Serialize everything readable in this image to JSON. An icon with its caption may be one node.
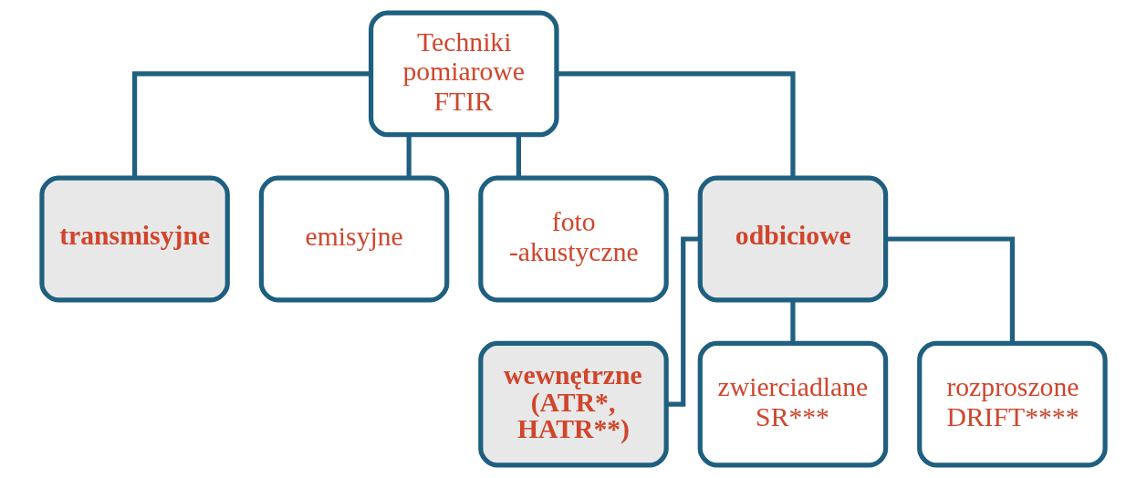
{
  "diagram": {
    "nodes": [
      {
        "text": [
          "Techniki pomiarowe",
          "FTIR"
        ]
      },
      {
        "text": [
          "transmisyjne"
        ]
      },
      {
        "text": [
          "emisyjne"
        ]
      },
      {
        "text": [
          "foto -akustyczne"
        ]
      },
      {
        "text": [
          "odbiciowe"
        ]
      },
      {
        "text": [
          "wewnętrzne (ATR*, HATR**)"
        ]
      },
      {
        "text": [
          "zwierciadlane SR***"
        ]
      },
      {
        "text": [
          "rozproszone DRIFT****"
        ]
      }
    ],
    "edges": [
      {
        "from": 0,
        "to": 1,
        "arrow": "none"
      },
      {
        "from": 0,
        "to": 2,
        "arrow": "none"
      },
      {
        "from": 0,
        "to": 3,
        "arrow": "none"
      },
      {
        "from": 0,
        "to": 4,
        "arrow": "none"
      },
      {
        "from": 4,
        "to": 5,
        "arrow": "none"
      },
      {
        "from": 4,
        "to": 6,
        "arrow": "none"
      },
      {
        "from": 4,
        "to": 7,
        "arrow": "none"
      }
    ]
  }
}
